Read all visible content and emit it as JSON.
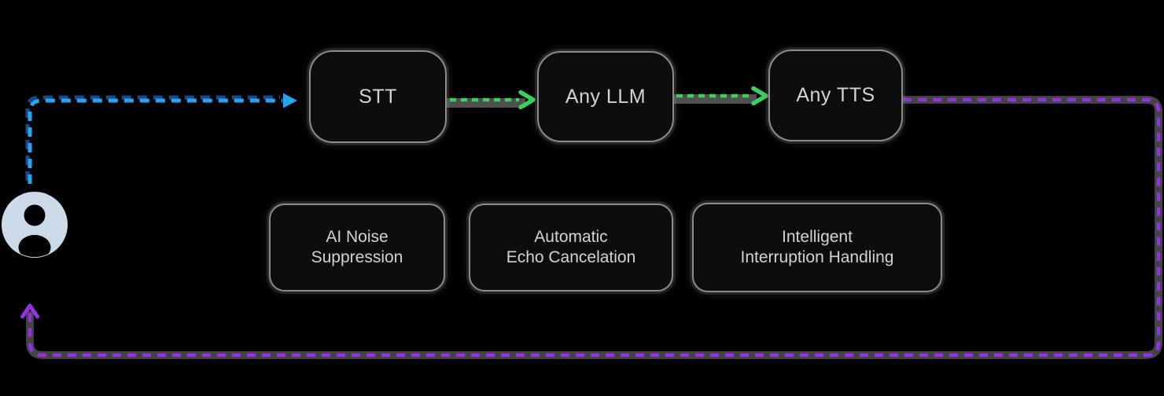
{
  "colors": {
    "background": "#000000",
    "node_fill": "#0d0d0d",
    "node_border": "#8c8c8c",
    "node_text": "#d3d3d3",
    "user_line": "#2ba4ec",
    "user_line_shadow": "#1b4fa6",
    "pipeline_line": "#3bd15f",
    "response_line": "#9232e0",
    "line_shadow": "#4f4f4f",
    "user_icon": "#ccdbea"
  },
  "nodes": {
    "stt": {
      "label": "STT"
    },
    "llm": {
      "label": "Any LLM"
    },
    "tts": {
      "label": "Any TTS"
    }
  },
  "features": {
    "noise": {
      "line1": "AI Noise",
      "line2": "Suppression"
    },
    "echo": {
      "line1": "Automatic",
      "line2": "Echo Cancelation"
    },
    "interruption": {
      "line1": "Intelligent",
      "line2": "Interruption Handling"
    }
  },
  "icons": {
    "user": "user-avatar-circle-icon"
  }
}
